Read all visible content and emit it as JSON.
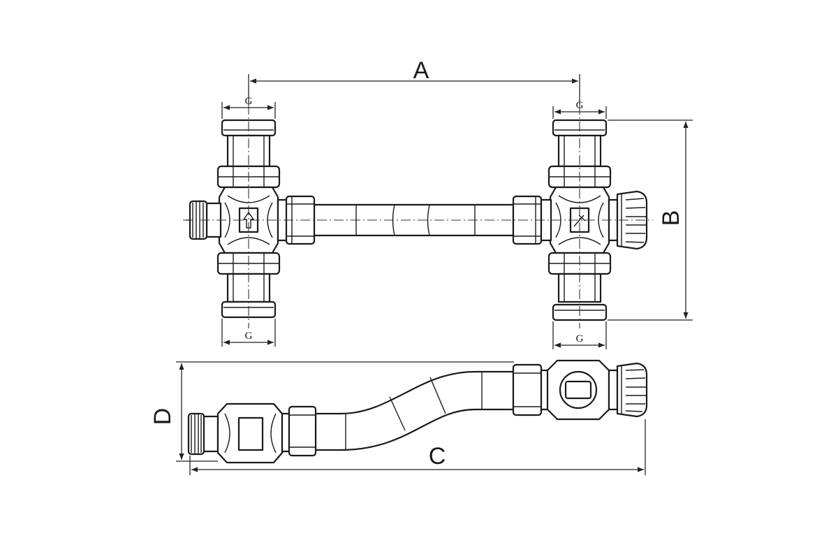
{
  "labels": {
    "a": "A",
    "b": "B",
    "c": "C",
    "d": "D",
    "g": "G"
  }
}
